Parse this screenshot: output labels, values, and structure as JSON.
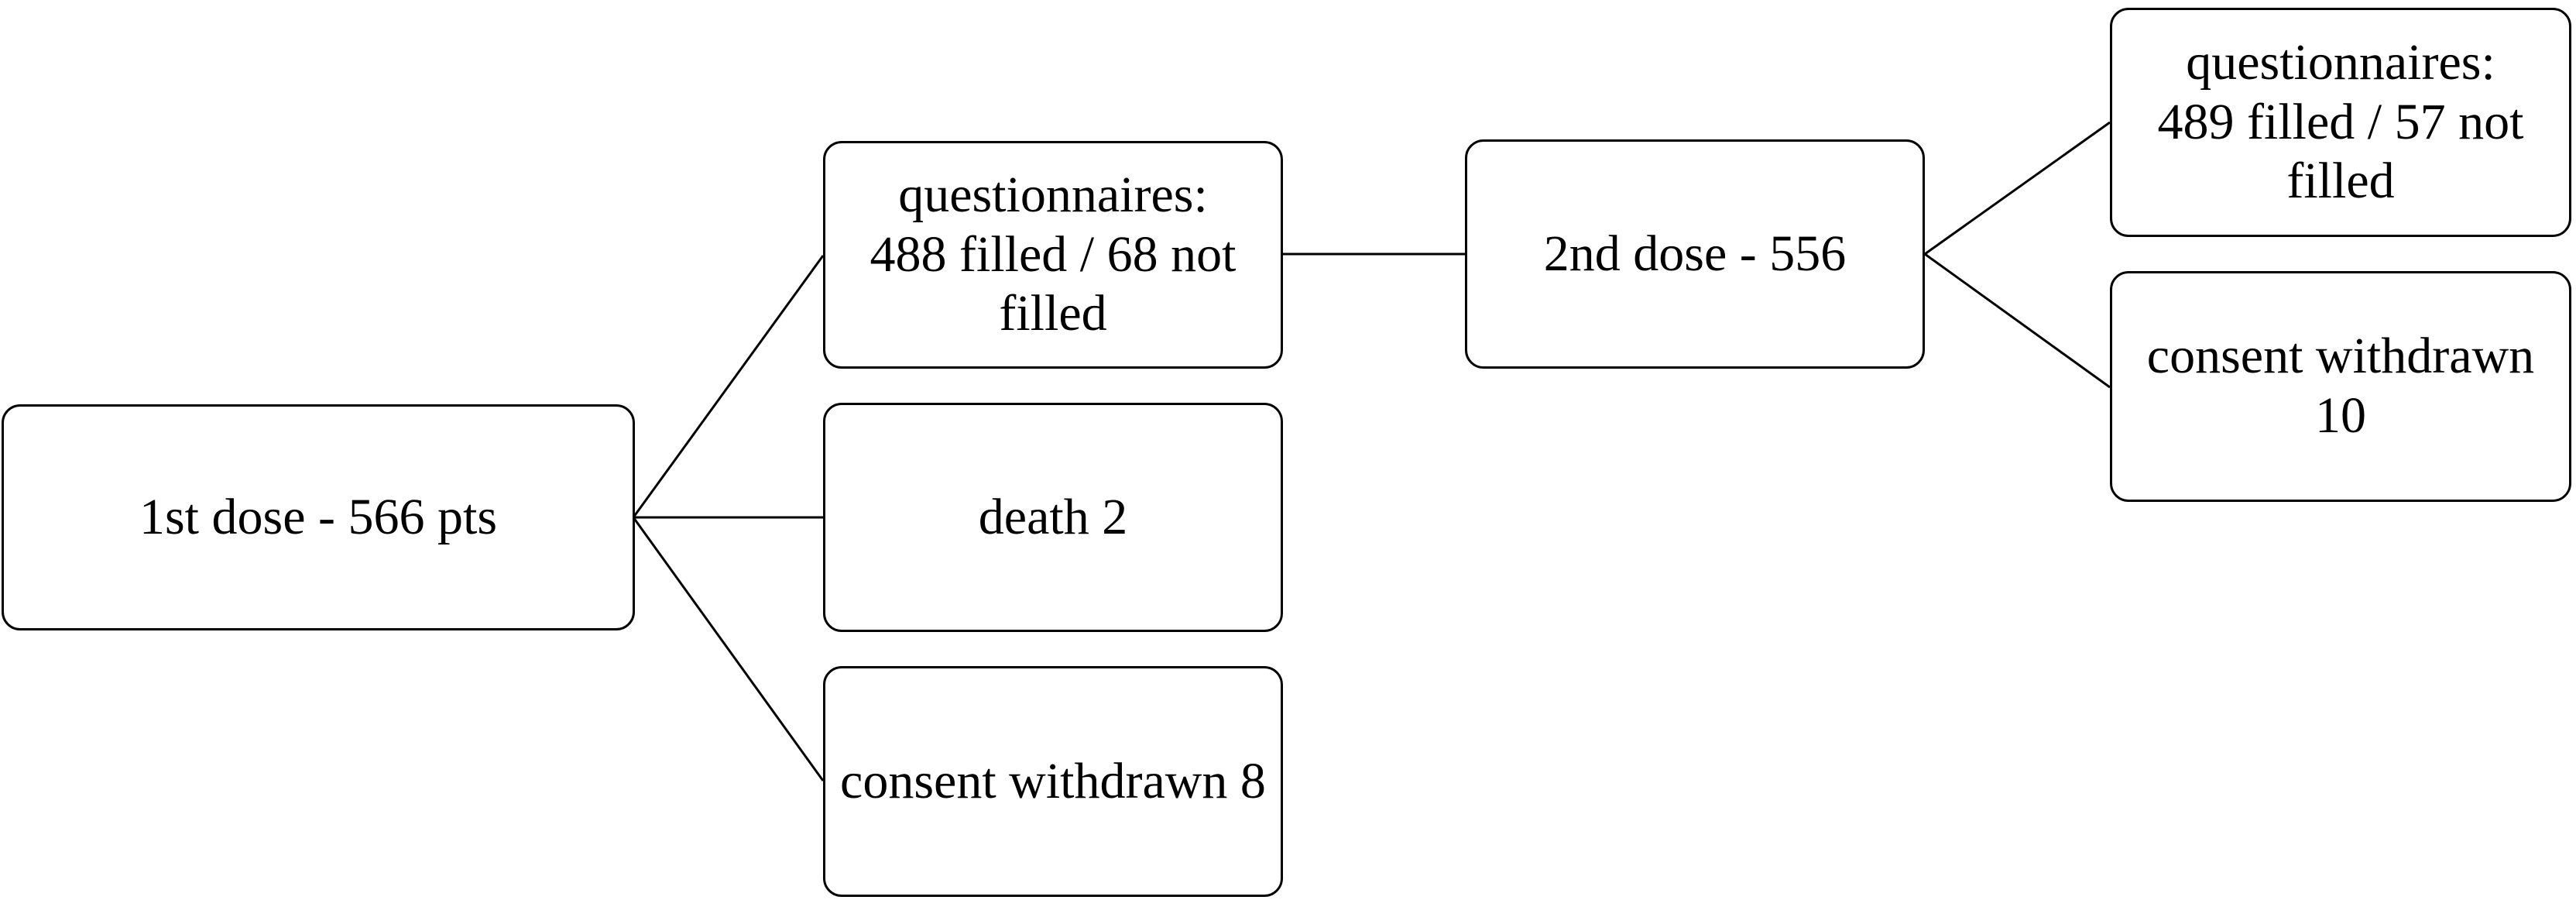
{
  "nodes": {
    "first_dose": {
      "lines": [
        "1st dose - 566 pts"
      ]
    },
    "questionnaires_1": {
      "lines": [
        "questionnaires:",
        "488 filled / 68 not filled"
      ]
    },
    "death": {
      "lines": [
        "death 2"
      ]
    },
    "consent_withdrawn_1": {
      "lines": [
        "consent withdrawn 8"
      ]
    },
    "second_dose": {
      "lines": [
        "2nd dose - 556"
      ]
    },
    "questionnaires_2": {
      "lines": [
        "questionnaires:",
        "489 filled / 57 not filled"
      ]
    },
    "consent_withdrawn_2": {
      "lines": [
        "consent withdrawn 10"
      ]
    }
  },
  "edges": [
    {
      "from": "first_dose",
      "to": "questionnaires_1"
    },
    {
      "from": "first_dose",
      "to": "death"
    },
    {
      "from": "first_dose",
      "to": "consent_withdrawn_1"
    },
    {
      "from": "questionnaires_1",
      "to": "second_dose"
    },
    {
      "from": "second_dose",
      "to": "questionnaires_2"
    },
    {
      "from": "second_dose",
      "to": "consent_withdrawn_2"
    }
  ],
  "colors": {
    "stroke": "#000000",
    "background": "#ffffff"
  }
}
